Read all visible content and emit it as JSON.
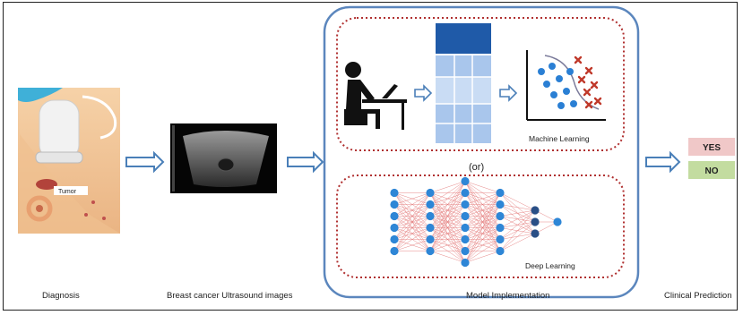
{
  "captions": {
    "diagnosis": "Diagnosis",
    "ultrasound": "Breast cancer Ultrasound images",
    "model": "Model Implementation",
    "clinical": "Clinical Prediction"
  },
  "diagnosis_panel": {
    "tumor_label": "Tumor"
  },
  "model_panel": {
    "machine_learning_label": "Machine Learning",
    "or_label": "(or)",
    "deep_learning_label": "Deep Learning"
  },
  "prediction": {
    "yes": "YES",
    "no": "NO"
  },
  "colors": {
    "flow_arrow": "#4a7fb8",
    "container_border": "#5b86bd",
    "dotted_border": "#b03030",
    "node_blue": "#2e86d6",
    "node_dark": "#2a4f86",
    "edge_red": "#e06a6a",
    "yes_bg": "#f0c8c8",
    "no_bg": "#c3dca0"
  },
  "icons": [
    "person-at-computer-icon",
    "data-table-icon",
    "scatter-plot-icon",
    "neural-network-icon",
    "ultrasound-probe-icon"
  ]
}
